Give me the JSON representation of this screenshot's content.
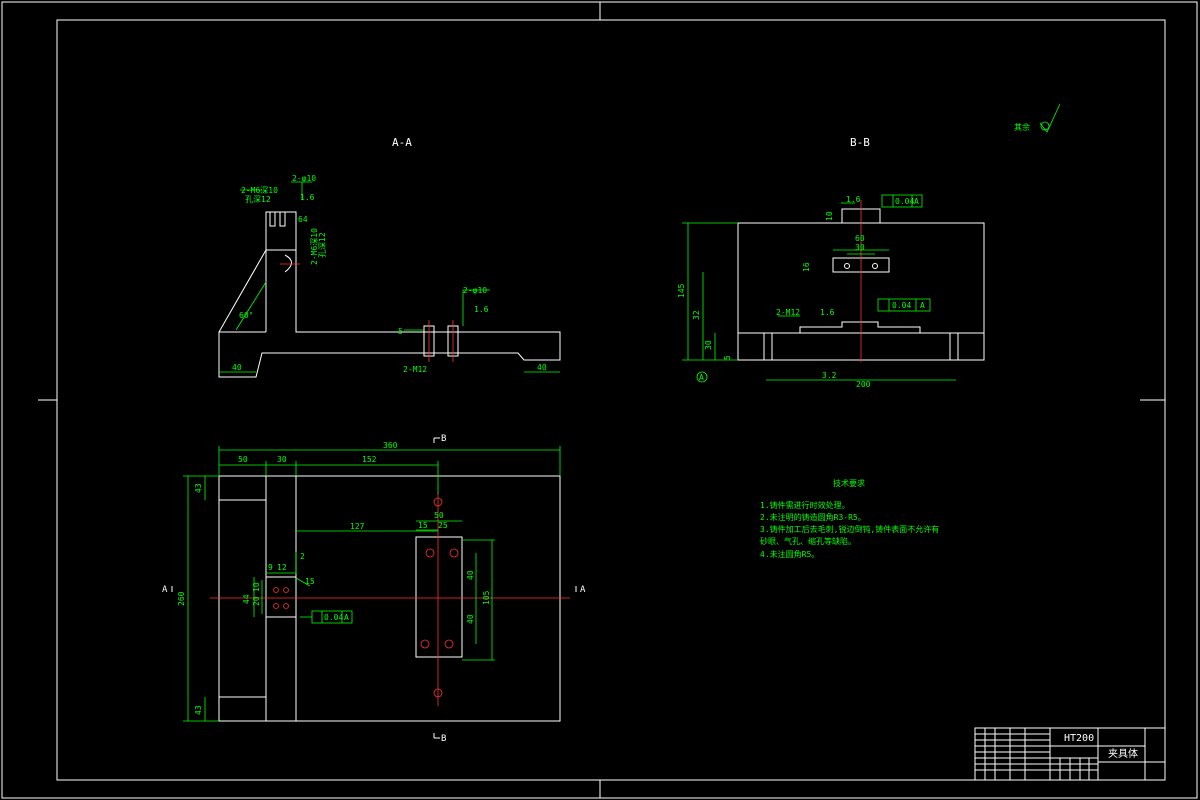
{
  "sections": {
    "aa": "A-A",
    "bb": "B-B"
  },
  "roughness_note": {
    "label": "其余"
  },
  "view_markers": {
    "b_top": "B",
    "b_bottom": "B",
    "a_left": "A",
    "a_right": "A",
    "datum": "A"
  },
  "dims_aa": {
    "left_40": "40",
    "right_40": "40",
    "angle": "60°",
    "thread_top": "2-M6深10",
    "thread_top_sub": "孔深12",
    "hole_top": "2-φ10",
    "hole_side": "2-M6深10",
    "hole_side_sub": "孔深12",
    "gap_5": "5",
    "hole_bottom": "2-M12",
    "hole_right": "2-φ10",
    "rough_top": "1.6",
    "rough_right": "1.6",
    "val_64": "64"
  },
  "dims_bb": {
    "h145": "145",
    "h32": "32",
    "h30": "30",
    "w60": "60",
    "w30": "30",
    "h16": "16",
    "h10": "10",
    "w200": "200",
    "slot": "2-M12",
    "rough": "1.6",
    "rough2": "1.6",
    "rough3": "3.2",
    "s5": "5",
    "tol1": "0.04",
    "tol1_ref": "A",
    "tol2": "0.04",
    "tol2_ref": "A"
  },
  "dims_plan": {
    "total": "360",
    "w50": "50",
    "w30": "30",
    "w152": "152",
    "w127": "127",
    "w15": "15",
    "w25": "25",
    "w50b": "50",
    "h260": "260",
    "h43a": "43",
    "h43b": "43",
    "h40a": "40",
    "h40b": "40",
    "h105": "105",
    "s9": "9",
    "s12": "12",
    "s10": "10",
    "s20": "20",
    "s44": "44",
    "s2": "2",
    "s15": "15",
    "tol": "0.04",
    "tol_ref": "A"
  },
  "tech_req": {
    "title": "技术要求",
    "lines": [
      "1.铸件需进行时效处理。",
      "2.未注明的铸造圆角R3-R5。",
      "3.铸件加工后去毛刺,锐边倒钝,铸件表面不允许有",
      "砂眼、气孔、缩孔等缺陷。",
      "4.未注圆角R5。"
    ]
  },
  "title_block": {
    "material": "HT200",
    "name": "夹具体"
  }
}
